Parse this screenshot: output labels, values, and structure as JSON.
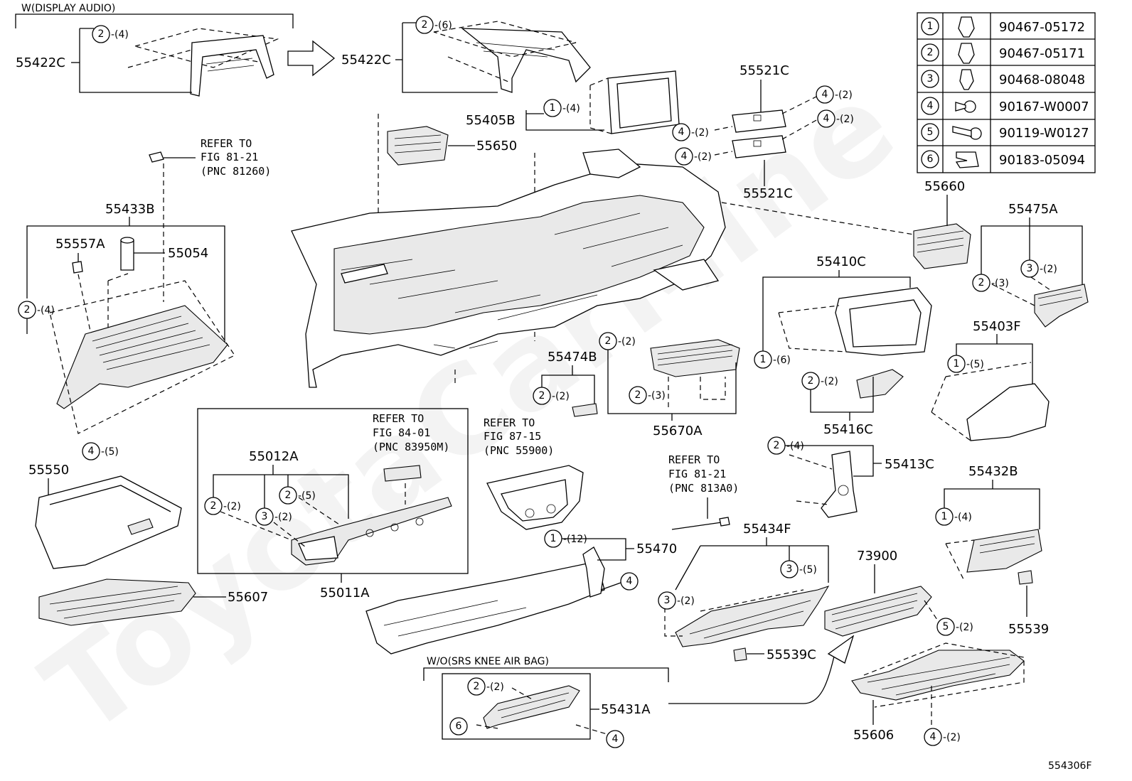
{
  "figure_code": "554306F",
  "watermark": "ToyotaCarMine",
  "variant_labels": {
    "display_audio": "W(DISPLAY AUDIO)",
    "wo_knee_airbag": "W/O(SRS KNEE AIR BAG)"
  },
  "fastener_table": [
    {
      "no": "1",
      "part": "90467-05172",
      "icon": "clip-icon"
    },
    {
      "no": "2",
      "part": "90467-05171",
      "icon": "clip-icon"
    },
    {
      "no": "3",
      "part": "90468-08048",
      "icon": "clip-icon"
    },
    {
      "no": "4",
      "part": "90167-W0007",
      "icon": "screw-icon"
    },
    {
      "no": "5",
      "part": "90119-W0127",
      "icon": "bolt-icon"
    },
    {
      "no": "6",
      "part": "90183-05094",
      "icon": "nut-clip-icon"
    }
  ],
  "parts": {
    "p55422C": "55422C",
    "p55405B": "55405B",
    "p55650": "55650",
    "p55521C": "55521C",
    "p55433B": "55433B",
    "p55557A": "55557A",
    "p55054": "55054",
    "p55660": "55660",
    "p55475A": "55475A",
    "p55410C": "55410C",
    "p55403F": "55403F",
    "p55474B": "55474B",
    "p55670A": "55670A",
    "p55416C": "55416C",
    "p55413C": "55413C",
    "p55432B": "55432B",
    "p55550": "55550",
    "p55012A": "55012A",
    "p55011A": "55011A",
    "p55607": "55607",
    "p55470": "55470",
    "p55434F": "55434F",
    "p73900": "73900",
    "p55539": "55539",
    "p55539C": "55539C",
    "p55431A": "55431A",
    "p55606": "55606"
  },
  "references": [
    {
      "line1": "REFER TO",
      "line2": "FIG 81-21",
      "line3": "(PNC 81260)"
    },
    {
      "line1": "REFER TO",
      "line2": "FIG 84-01",
      "line3": "(PNC 83950M)"
    },
    {
      "line1": "REFER TO",
      "line2": "FIG 87-15",
      "line3": "(PNC 55900)"
    },
    {
      "line1": "REFER TO",
      "line2": "FIG 81-21",
      "line3": "(PNC 813A0)"
    }
  ],
  "callouts": {
    "c_55422C_left": {
      "n": "2",
      "q": "-(4)"
    },
    "c_55422C_right": {
      "n": "2",
      "q": "-(6)"
    },
    "c_55405B": {
      "n": "1",
      "q": "-(4)"
    },
    "c_55521C_a": {
      "n": "4",
      "q": "-(2)"
    },
    "c_55521C_b": {
      "n": "4",
      "q": "-(2)"
    },
    "c_55521C_c": {
      "n": "4",
      "q": "-(2)"
    },
    "c_55521C_d": {
      "n": "4",
      "q": "-(2)"
    },
    "c_55433B": {
      "n": "2",
      "q": "-(4)"
    },
    "c_55433B_bottom": {
      "n": "4",
      "q": "-(5)"
    },
    "c_55475A_a": {
      "n": "2",
      "q": "-(3)"
    },
    "c_55475A_b": {
      "n": "3",
      "q": "-(2)"
    },
    "c_55410C": {
      "n": "1",
      "q": "-(6)"
    },
    "c_55403F": {
      "n": "1",
      "q": "-(5)"
    },
    "c_55474B": {
      "n": "2",
      "q": "-(2)"
    },
    "c_55670A_a": {
      "n": "2",
      "q": "-(2)"
    },
    "c_55670A_b": {
      "n": "2",
      "q": "-(3)"
    },
    "c_55416C": {
      "n": "2",
      "q": "-(2)"
    },
    "c_55413C": {
      "n": "2",
      "q": "-(4)"
    },
    "c_55432B": {
      "n": "1",
      "q": "-(4)"
    },
    "c_55012A_a": {
      "n": "2",
      "q": "-(2)"
    },
    "c_55012A_b": {
      "n": "3",
      "q": "-(2)"
    },
    "c_55012A_c": {
      "n": "2",
      "q": "-(5)"
    },
    "c_55470": {
      "n": "1",
      "q": "-(12)"
    },
    "c_55470_b": {
      "n": "4",
      "q": ""
    },
    "c_55434F_a": {
      "n": "3",
      "q": "-(5)"
    },
    "c_55434F_b": {
      "n": "3",
      "q": "-(2)"
    },
    "c_73900": {
      "n": "5",
      "q": "-(2)"
    },
    "c_55431A_a": {
      "n": "2",
      "q": "-(2)"
    },
    "c_55431A_b": {
      "n": "6",
      "q": ""
    },
    "c_55431A_c": {
      "n": "4",
      "q": ""
    },
    "c_55606": {
      "n": "4",
      "q": "-(2)"
    }
  }
}
